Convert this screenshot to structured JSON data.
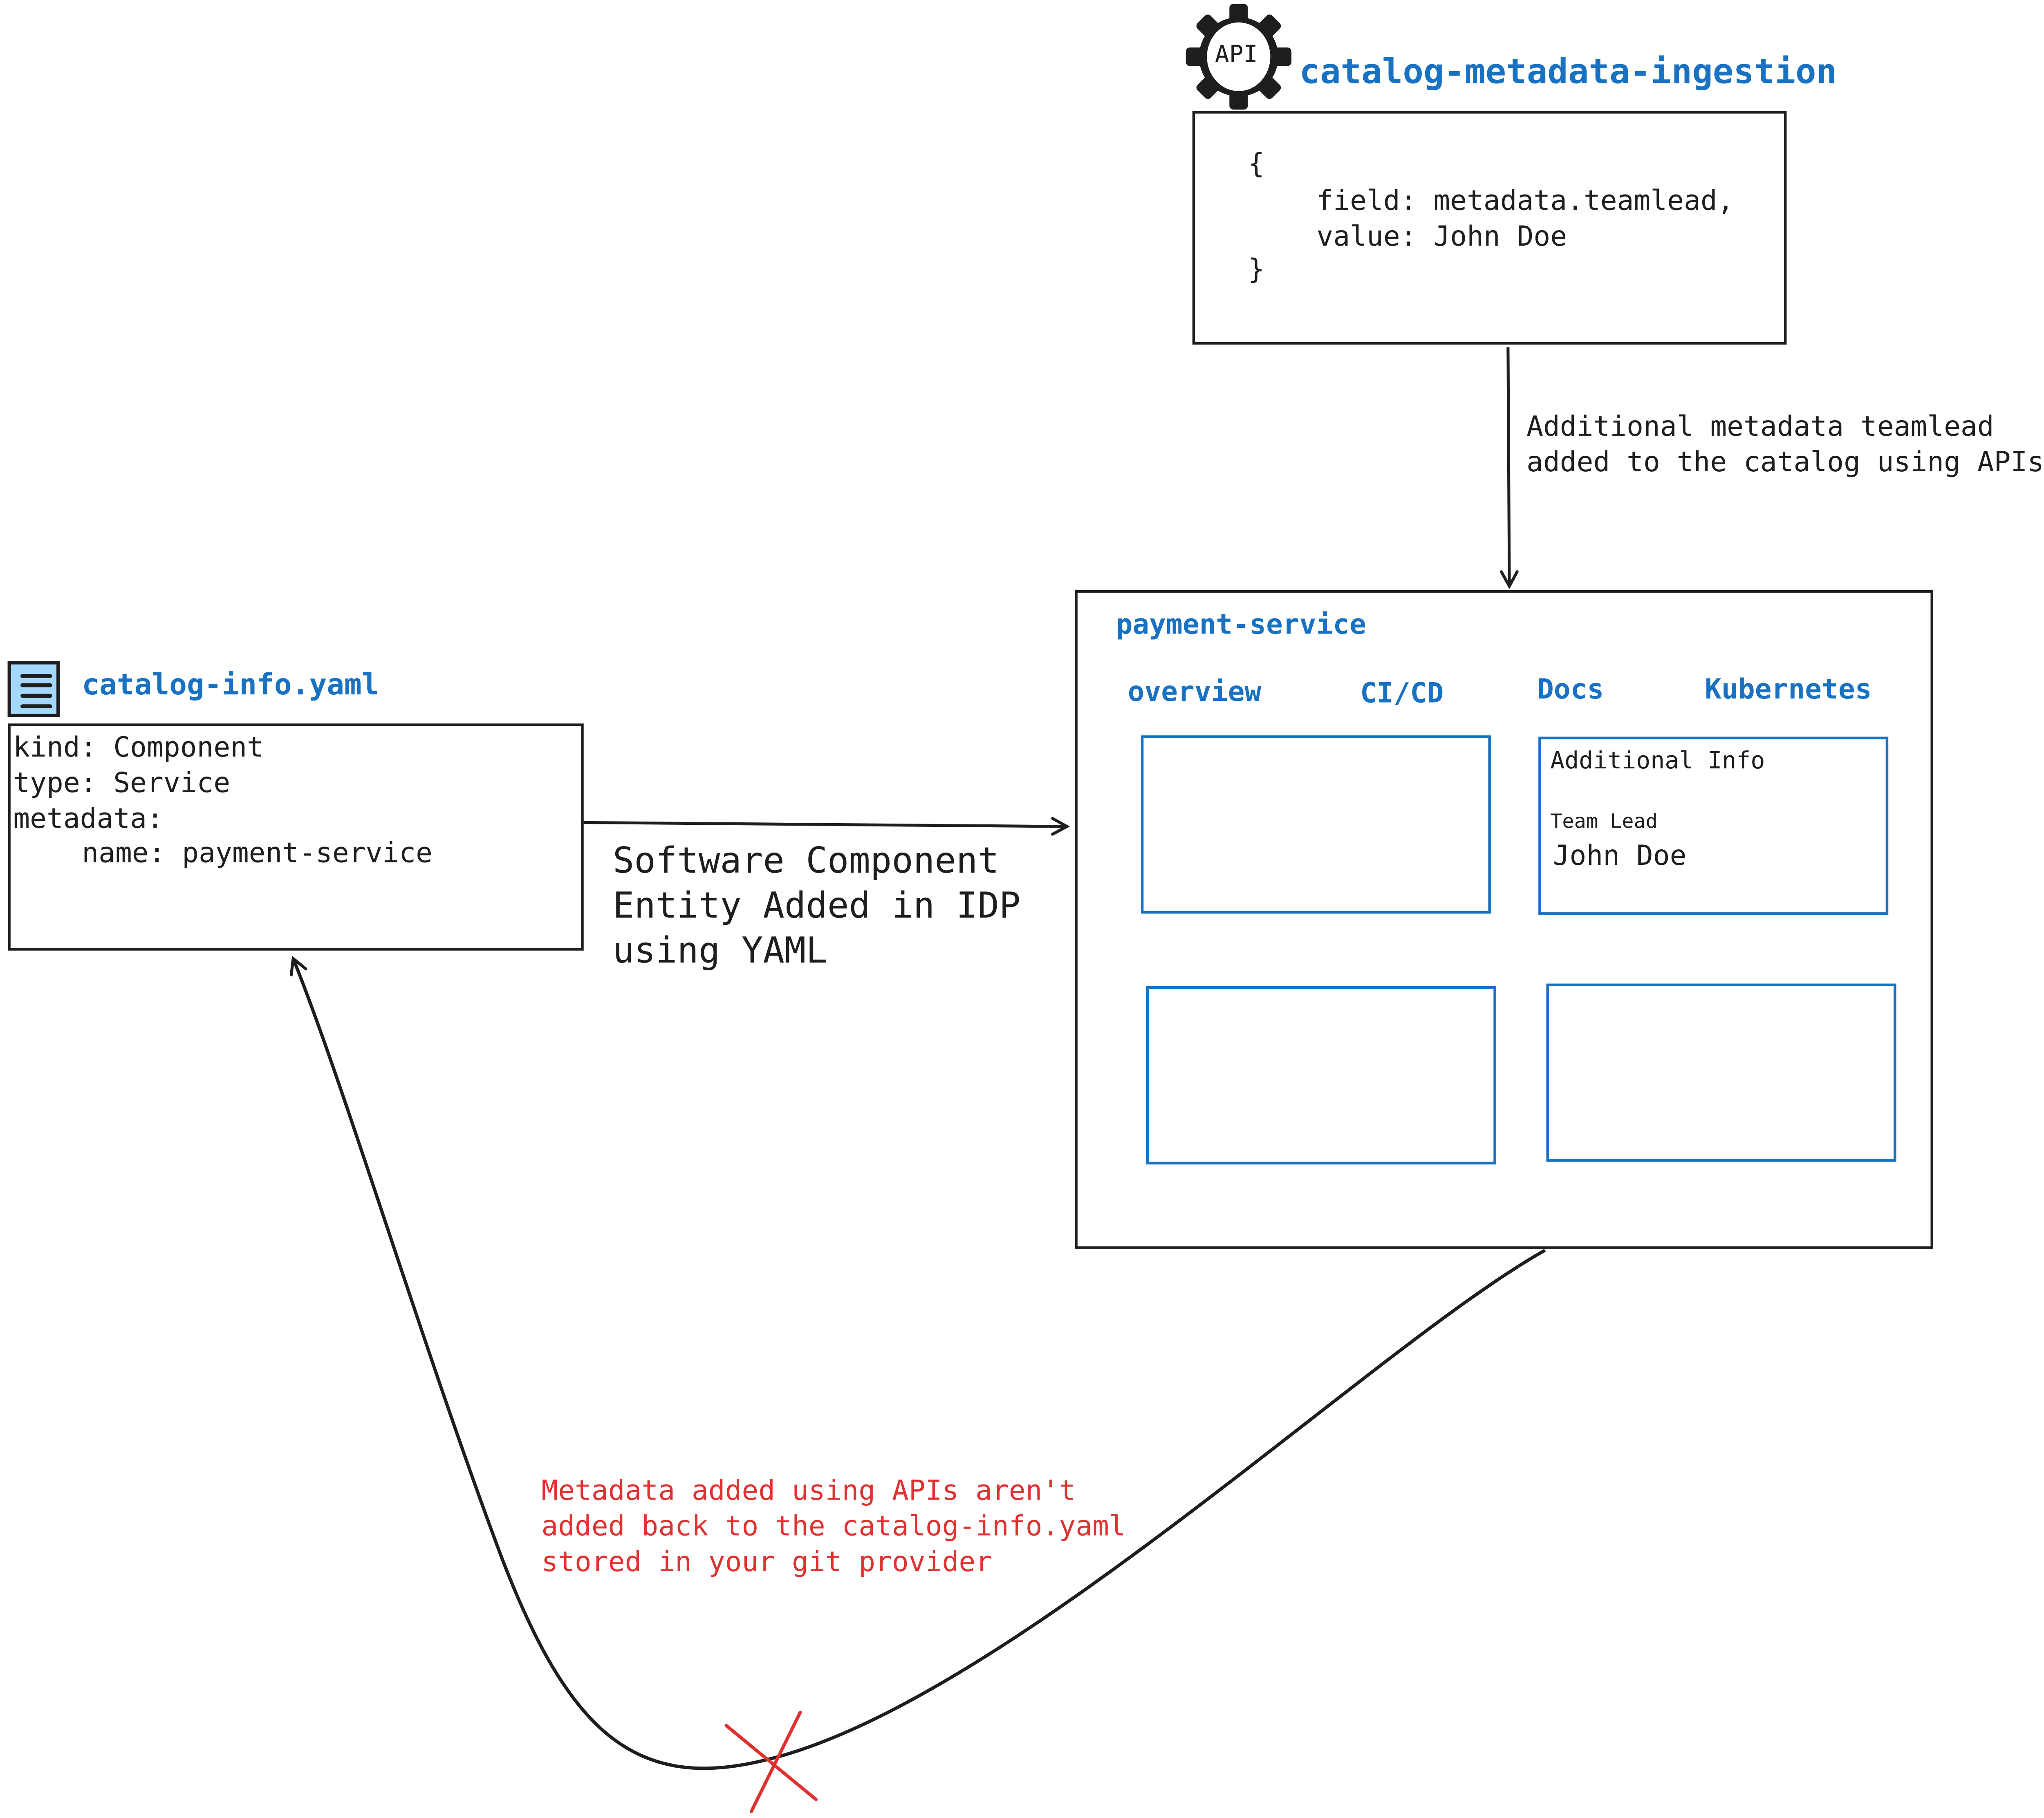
{
  "colors": {
    "stroke": "#1e1e1e",
    "accent_blue": "#1971c2",
    "icon_fill": "#a5d8ff",
    "warning_red": "#e03131"
  },
  "api_node": {
    "icon": "gear-api-icon",
    "icon_label": "API",
    "title": "catalog-metadata-ingestion",
    "code": [
      "{",
      "field: metadata.teamlead,",
      "value: John Doe",
      "}"
    ]
  },
  "api_arrow_label": [
    "Additional metadata teamlead",
    "added to the catalog using APIs"
  ],
  "yaml_node": {
    "icon": "document-icon",
    "title": "catalog-info.yaml",
    "code": [
      "kind: Component",
      "type: Service",
      "metadata:",
      "name: payment-service"
    ]
  },
  "yaml_arrow_label": [
    "Software Component",
    "Entity Added in IDP",
    "using YAML"
  ],
  "service_node": {
    "title": "payment-service",
    "tabs": [
      "overview",
      "CI/CD",
      "Docs",
      "Kubernetes"
    ],
    "info_card": {
      "heading": "Additional Info",
      "field_label": "Team Lead",
      "field_value": "John Doe"
    }
  },
  "return_arrow": {
    "label": [
      "Metadata added using APIs aren't",
      "added back to the catalog-info.yaml",
      "stored in your git provider"
    ],
    "blocked_icon": "red-x-icon"
  }
}
